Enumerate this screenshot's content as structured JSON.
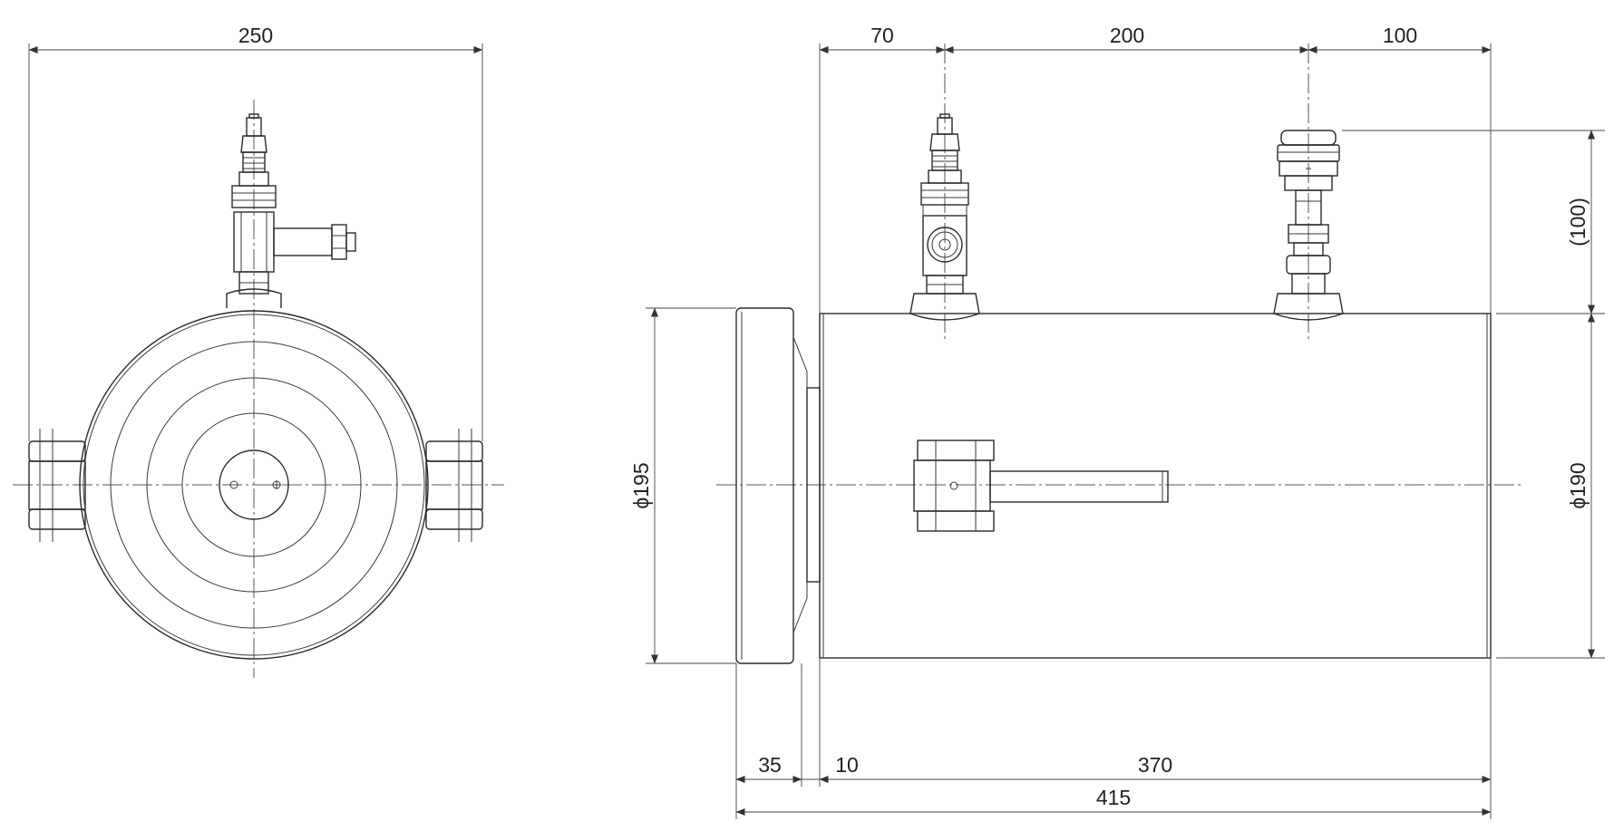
{
  "dimensions": {
    "front_width": "250",
    "side_top_left": "70",
    "side_top_mid": "200",
    "side_top_right": "100",
    "height_ref": "(100)",
    "dia_left": "ϕ195",
    "dia_right": "ϕ190",
    "bottom_a": "35",
    "bottom_b": "10",
    "bottom_c": "370",
    "overall": "415"
  },
  "colors": {
    "line": "#2a2a2a",
    "background": "#ffffff"
  }
}
